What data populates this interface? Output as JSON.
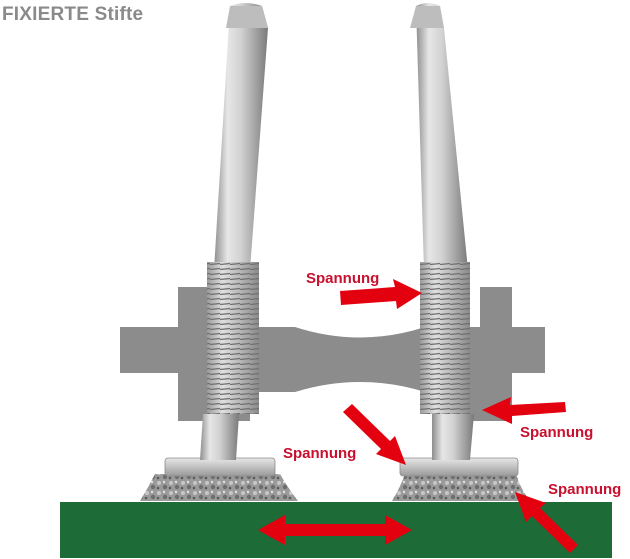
{
  "title": "FIXIERTE Stifte",
  "labels": {
    "upper_left": "Spannung",
    "mid_left": "Spannung",
    "mid_right": "Spannung",
    "lower_right": "Spannung"
  },
  "colors": {
    "title": "#8a8a8a",
    "arrow": "#e3000f",
    "label": "#c8102e",
    "board": "#1d6b37",
    "plate": "#8c8c8c",
    "pin": "#c4c4c4"
  },
  "icons": {
    "arrow": "red-arrow-icon",
    "double_arrow": "red-double-arrow-icon"
  }
}
